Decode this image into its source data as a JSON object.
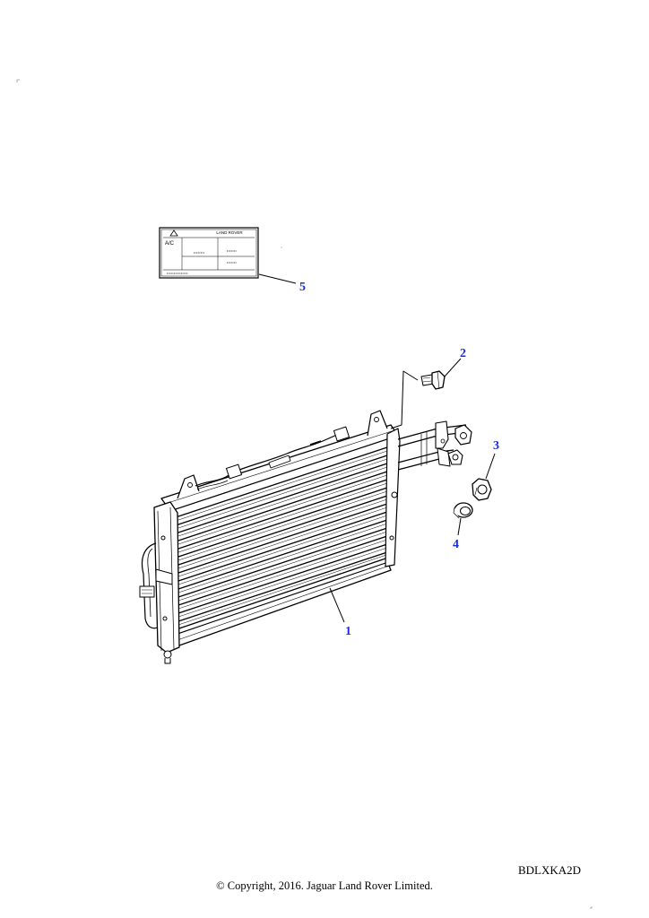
{
  "callouts": {
    "c1": "1",
    "c2": "2",
    "c3": "3",
    "c4": "4",
    "c5": "5"
  },
  "label_card": {
    "header": "LAND ROVER",
    "ac": "A/C"
  },
  "ref_code": "BDLXKA2D",
  "copyright": "© Copyright, 2016. Jaguar Land Rover Limited.",
  "colors": {
    "callout": "#1a2fd6",
    "line": "#000000"
  }
}
